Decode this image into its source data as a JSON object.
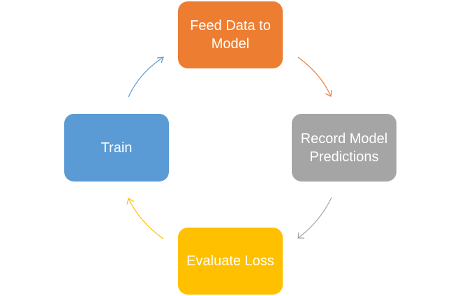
{
  "nodes": {
    "feed": {
      "label": "Feed Data to Model",
      "color": "#ED7D31"
    },
    "record": {
      "label": "Record Model Predictions",
      "color": "#A5A5A5"
    },
    "evaluate": {
      "label": "Evaluate Loss",
      "color": "#FFC000"
    },
    "train": {
      "label": "Train",
      "color": "#5B9BD5"
    }
  },
  "edges": [
    {
      "from": "feed",
      "to": "record",
      "color": "#ED7D31"
    },
    {
      "from": "record",
      "to": "evaluate",
      "color": "#A5A5A5"
    },
    {
      "from": "evaluate",
      "to": "train",
      "color": "#FFC000"
    },
    {
      "from": "train",
      "to": "feed",
      "color": "#5B9BD5"
    }
  ]
}
